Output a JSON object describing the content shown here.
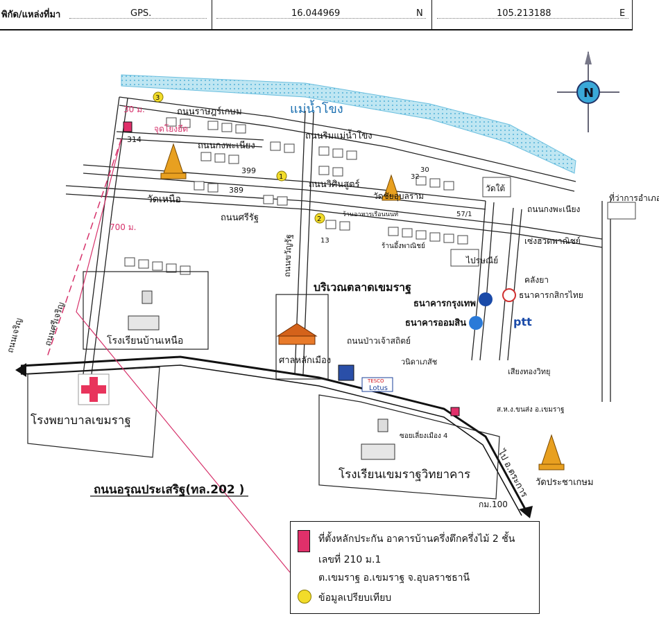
{
  "header": {
    "label": "พิกัด/แหล่งที่มา",
    "source": "GPS.",
    "latitude": "16.044969",
    "lat_dir": "N",
    "longitude": "105.213188",
    "lon_dir": "E"
  },
  "map": {
    "river": "แม่น้ำโขง",
    "north": "N",
    "roads": {
      "r1": "ถนนราษฎร์เกษม",
      "r2": "ถนนริมแม่น้ำโขง",
      "r3": "ถนนกงพะเนียง",
      "r4": "ถนนวิศินสูตร์",
      "r5": "ถนนศรีรัฐ",
      "r6": "ถนนกงพะเนียง",
      "r7": "ถนนขวัญรัฐ",
      "r8": "ถนนศรีเจริญ",
      "r9": "ถนนเจริญ",
      "r10": "ถนนป่าวเจ้าสถิตย์",
      "r11": "ไป อ.ตระการ",
      "main": "ถนนอรุณประเสริฐ(ทล.202 )"
    },
    "places": {
      "wat_nuea": "วัดเหนือ",
      "wat_chai": "วัดชัยอุบลราม",
      "wat_tai": "วัดใต้",
      "office": "ที่ว่าการอำเภอ",
      "restaurant": "ร้านอาหารเรือนนนท์",
      "shop": "ร้านอึ้งพาณิชย์",
      "market": "บริเวณตลาดเขมราฐ",
      "seng": "เซ่งฮวดพาณิชย์",
      "post": "ไปรษณีย์",
      "clinic": "คลังยา",
      "kbank": "ธนาคารกสิกรไทย",
      "bbl": "ธนาคารกรุงเทพ",
      "gsb": "ธนาคารออมสิน",
      "ptt": "ptt",
      "school1": "โรงเรียนบ้านเหนือ",
      "shrine": "ศาลหลักเมือง",
      "hospital": "โรงพยาบาลเขมราฐ",
      "tesco1": "TESCO",
      "tesco2": "Lotus",
      "wanida": "วนิดาเภสัช",
      "radio": "เสียงทองวิทยุ",
      "coop": "ส.ห.ง.ขนส่ง อ.เขมราฐ",
      "soi": "ซอยเลี่ยงเมือง 4",
      "school2": "โรงเรียนเขมราฐวิทยาคาร",
      "wat_pracha": "วัดประชาเกษม",
      "km": "กม.100",
      "landmark": "จุดโยงยึด"
    },
    "numbers": {
      "n314": "314",
      "n399": "399",
      "n389": "389",
      "n13": "13",
      "n30": "30",
      "n32": "32",
      "n57": "57/1"
    },
    "distances": {
      "d30": "30 ม.",
      "d700": "700 ม."
    },
    "markers": {
      "m1": "1",
      "m2": "2",
      "m3": "3"
    }
  },
  "legend": {
    "line1": "ที่ตั้งหลักประกัน อาคารบ้านครึ่งตึกครึ่งไม้ 2 ชั้น",
    "line2": "เลขที่ 210 ม.1",
    "line3": "ต.เขมราฐ อ.เขมราฐ จ.อุบลราชธานี",
    "line4": "ข้อมูลเปรียบเทียบ"
  },
  "colors": {
    "river": "#4fb0d8",
    "subject": "#e0306a",
    "comparable": "#f2dc2a",
    "route": "#d6326b",
    "hospital_cross": "#e8345c",
    "temple": "#e8a020",
    "shrine": "#d4621a"
  }
}
